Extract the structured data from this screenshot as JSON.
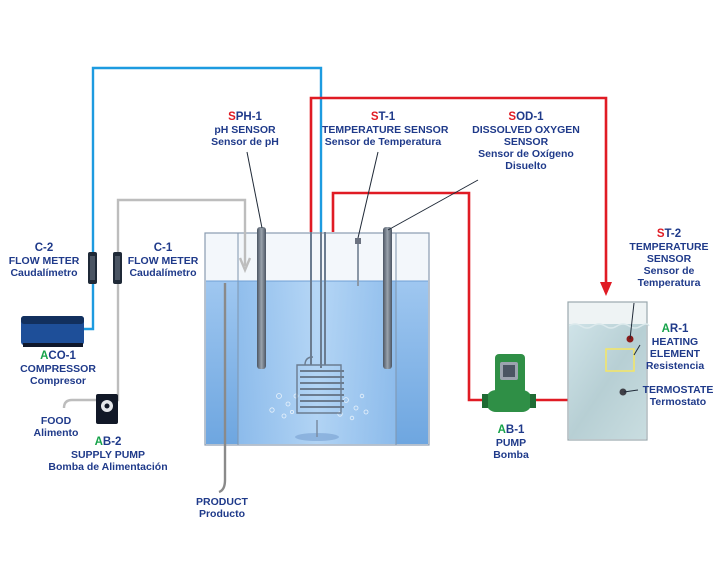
{
  "colors": {
    "air_line": "#1d9be0",
    "hot_line": "#e01b24",
    "feed_line": "#bdbdbd",
    "label_text": "#1f3a8a",
    "water": "#a9cdf0",
    "pump_green": "#2f8f46"
  },
  "labels": {
    "sph1": {
      "prefix": "S",
      "code_rest": "PH-1",
      "l1": "pH SENSOR",
      "l2": "Sensor de pH"
    },
    "st1": {
      "prefix": "S",
      "code_rest": "T-1",
      "l1": "TEMPERATURE SENSOR",
      "l2": "Sensor de Temperatura"
    },
    "sod1": {
      "prefix": "S",
      "code_rest": "OD-1",
      "l1": "DISSOLVED OXYGEN",
      "l2": "SENSOR",
      "l3": "Sensor de Oxígeno",
      "l4": "Disuelto"
    },
    "c2": {
      "code": "C-2",
      "l1": "FLOW METER",
      "l2": "Caudalímetro"
    },
    "c1": {
      "code": "C-1",
      "l1": "FLOW METER",
      "l2": "Caudalímetro"
    },
    "st2": {
      "prefix": "S",
      "code_rest": "T-2",
      "l1": "TEMPERATURE",
      "l2": "SENSOR",
      "l3": "Sensor de",
      "l4": "Temperatura"
    },
    "ar1": {
      "prefix": "A",
      "code_rest": "R-1",
      "l1": "HEATING",
      "l2": "ELEMENT",
      "l3": "Resistencia"
    },
    "termostate": {
      "l1": "TERMOSTATE",
      "l2": "Termostato"
    },
    "aco1": {
      "prefix": "A",
      "code_rest": "CO-1",
      "l1": "COMPRESSOR",
      "l2": "Compresor"
    },
    "food": {
      "l1": "FOOD",
      "l2": "Alimento"
    },
    "ab2": {
      "prefix": "A",
      "code_rest": "B-2",
      "l1": "SUPPLY PUMP",
      "l2": "Bomba de Alimentación"
    },
    "ab1": {
      "prefix": "A",
      "code_rest": "B-1",
      "l1": "PUMP",
      "l2": "Bomba"
    },
    "product": {
      "l1": "PRODUCT",
      "l2": "Producto"
    }
  }
}
